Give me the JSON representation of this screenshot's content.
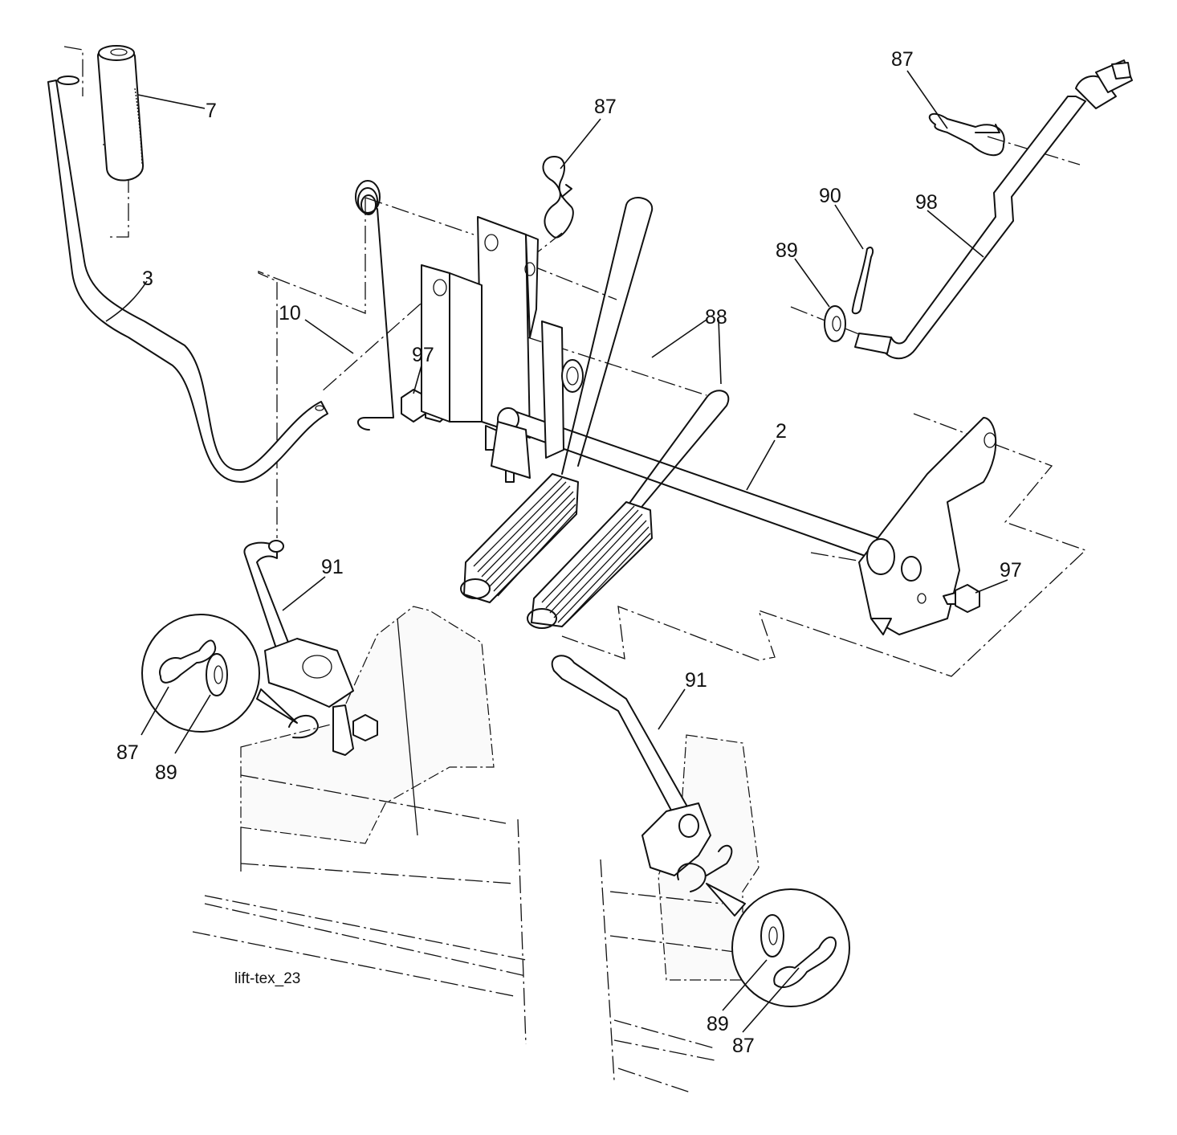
{
  "caption": "lift-tex_23",
  "labels": [
    "7",
    "3",
    "10",
    "97",
    "87",
    "88",
    "2",
    "87",
    "90",
    "98",
    "89",
    "97",
    "91",
    "87",
    "89",
    "91",
    "89",
    "87"
  ]
}
